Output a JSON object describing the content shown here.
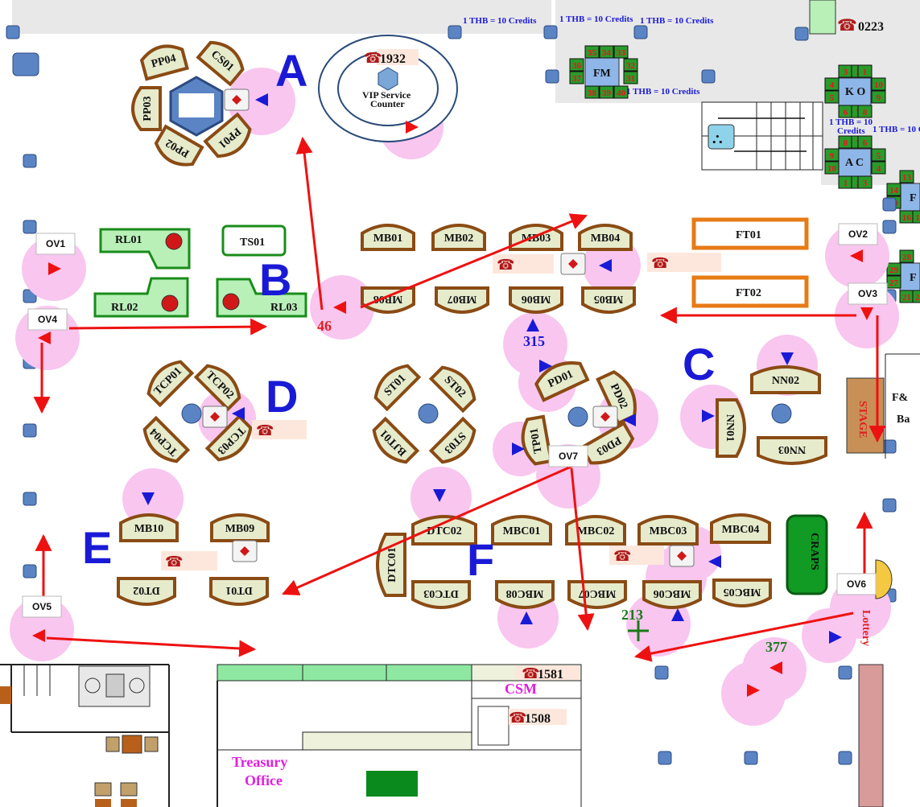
{
  "zones": {
    "A": "A",
    "B": "B",
    "C": "C",
    "D": "D",
    "E": "E",
    "F": "F"
  },
  "credits": "1 THB = 10 Credits",
  "credits_split": "1 THB = 10",
  "credits_word": "Credits",
  "phones": {
    "p0223": "0223",
    "p1932": "1932",
    "p1581": "1581",
    "p1508": "1508"
  },
  "vip": {
    "line1": "VIP Service",
    "line2": "Counter"
  },
  "tables": {
    "PP04": "PP04",
    "CS01": "CS01",
    "PP03": "PP03",
    "PP02": "PP02",
    "PP01": "PP01",
    "RL01": "RL01",
    "RL02": "RL02",
    "RL03": "RL03",
    "TS01": "TS01",
    "MB01": "MB01",
    "MB02": "MB02",
    "MB03": "MB03",
    "MB04": "MB04",
    "MB05": "MB05",
    "MB06": "MB06",
    "MB07": "MB07",
    "MB08": "MB08",
    "MB09": "MB09",
    "MB10": "MB10",
    "FT01": "FT01",
    "FT02": "FT02",
    "TCP01": "TCP01",
    "TCP02": "TCP02",
    "TCP03": "TCP03",
    "TCP04": "TCP04",
    "ST01": "ST01",
    "ST02": "ST02",
    "ST03": "ST03",
    "BJT01": "BJT01",
    "PD01": "PD01",
    "PD02": "PD02",
    "PD03": "PD03",
    "TP01": "TP01",
    "NN01": "NN01",
    "NN02": "NN02",
    "NN03": "NN03",
    "DT01": "DT01",
    "DT02": "DT02",
    "DTC01": "DTC01",
    "DTC02": "DTC02",
    "DTC03": "DTC03",
    "MBC01": "MBC01",
    "MBC02": "MBC02",
    "MBC03": "MBC03",
    "MBC04": "MBC04",
    "MBC05": "MBC05",
    "MBC06": "MBC06",
    "MBC07": "MBC07",
    "MBC08": "MBC08",
    "FM": "FM",
    "KO": "K O",
    "AC": "A C",
    "F": "F"
  },
  "cameras": {
    "OV1": "OV1",
    "OV2": "OV2",
    "OV3": "OV3",
    "OV4": "OV4",
    "OV5": "OV5",
    "OV6": "OV6",
    "OV7": "OV7"
  },
  "counts": {
    "n46": "46",
    "n315": "315",
    "n213": "213",
    "n377": "377"
  },
  "places": {
    "stage": "STAGE",
    "craps": "CRAPS",
    "lottery": "Lottery",
    "fb1": "F&",
    "fb2": "Ba",
    "csm": "CSM",
    "treasury1": "Treasury",
    "treasury2": "Office"
  },
  "slots": {
    "fm": [
      "35",
      "34",
      "33",
      "36",
      "32",
      "37",
      "31",
      "38",
      "39",
      "40"
    ],
    "ko": [
      "3",
      "2",
      "1",
      "4",
      "10",
      "5",
      "9",
      "6",
      "7",
      "8"
    ],
    "ac": [
      "8",
      "7",
      "6",
      "9",
      "5",
      "10",
      "4",
      "1",
      "2",
      "3"
    ],
    "r1": [
      "13",
      "14",
      "19",
      "16",
      "11"
    ],
    "r2": [
      "28",
      "29",
      "27",
      "21",
      "23"
    ]
  },
  "colors": {
    "arrow": "#ee1111",
    "zone": "#1a1ad6",
    "tableFill": "#e6ebcc",
    "tableStroke": "#8a4b14",
    "pink": "#f8c6ef",
    "green": "#2a8c1c"
  }
}
